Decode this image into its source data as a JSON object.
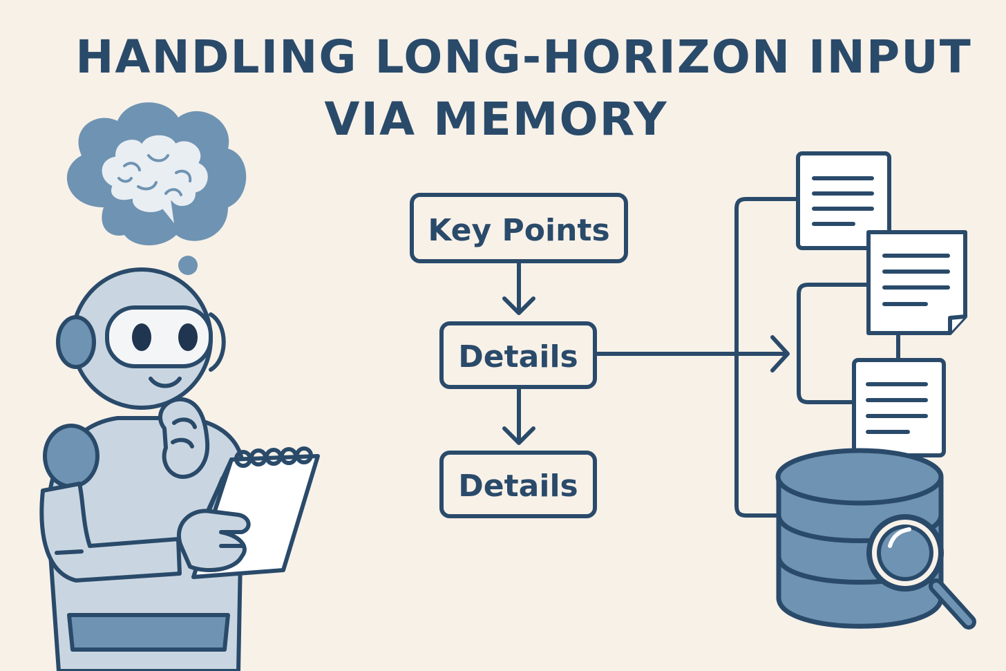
{
  "title": {
    "line1": "HANDLING LONG-HORIZON INPUT",
    "line2": "VIA MEMORY"
  },
  "flow": {
    "box1": "Key Points",
    "box2": "Details",
    "box3": "Details"
  },
  "colors": {
    "background": "#f7f1e8",
    "ink": "#2a4a6a",
    "fill_blue": "#6f93b2",
    "fill_light": "#c9d6e1",
    "paper": "#ffffff"
  },
  "icons": [
    "brain-icon",
    "robot-icon",
    "notepad-icon",
    "document-icon",
    "database-icon",
    "magnifier-icon"
  ]
}
